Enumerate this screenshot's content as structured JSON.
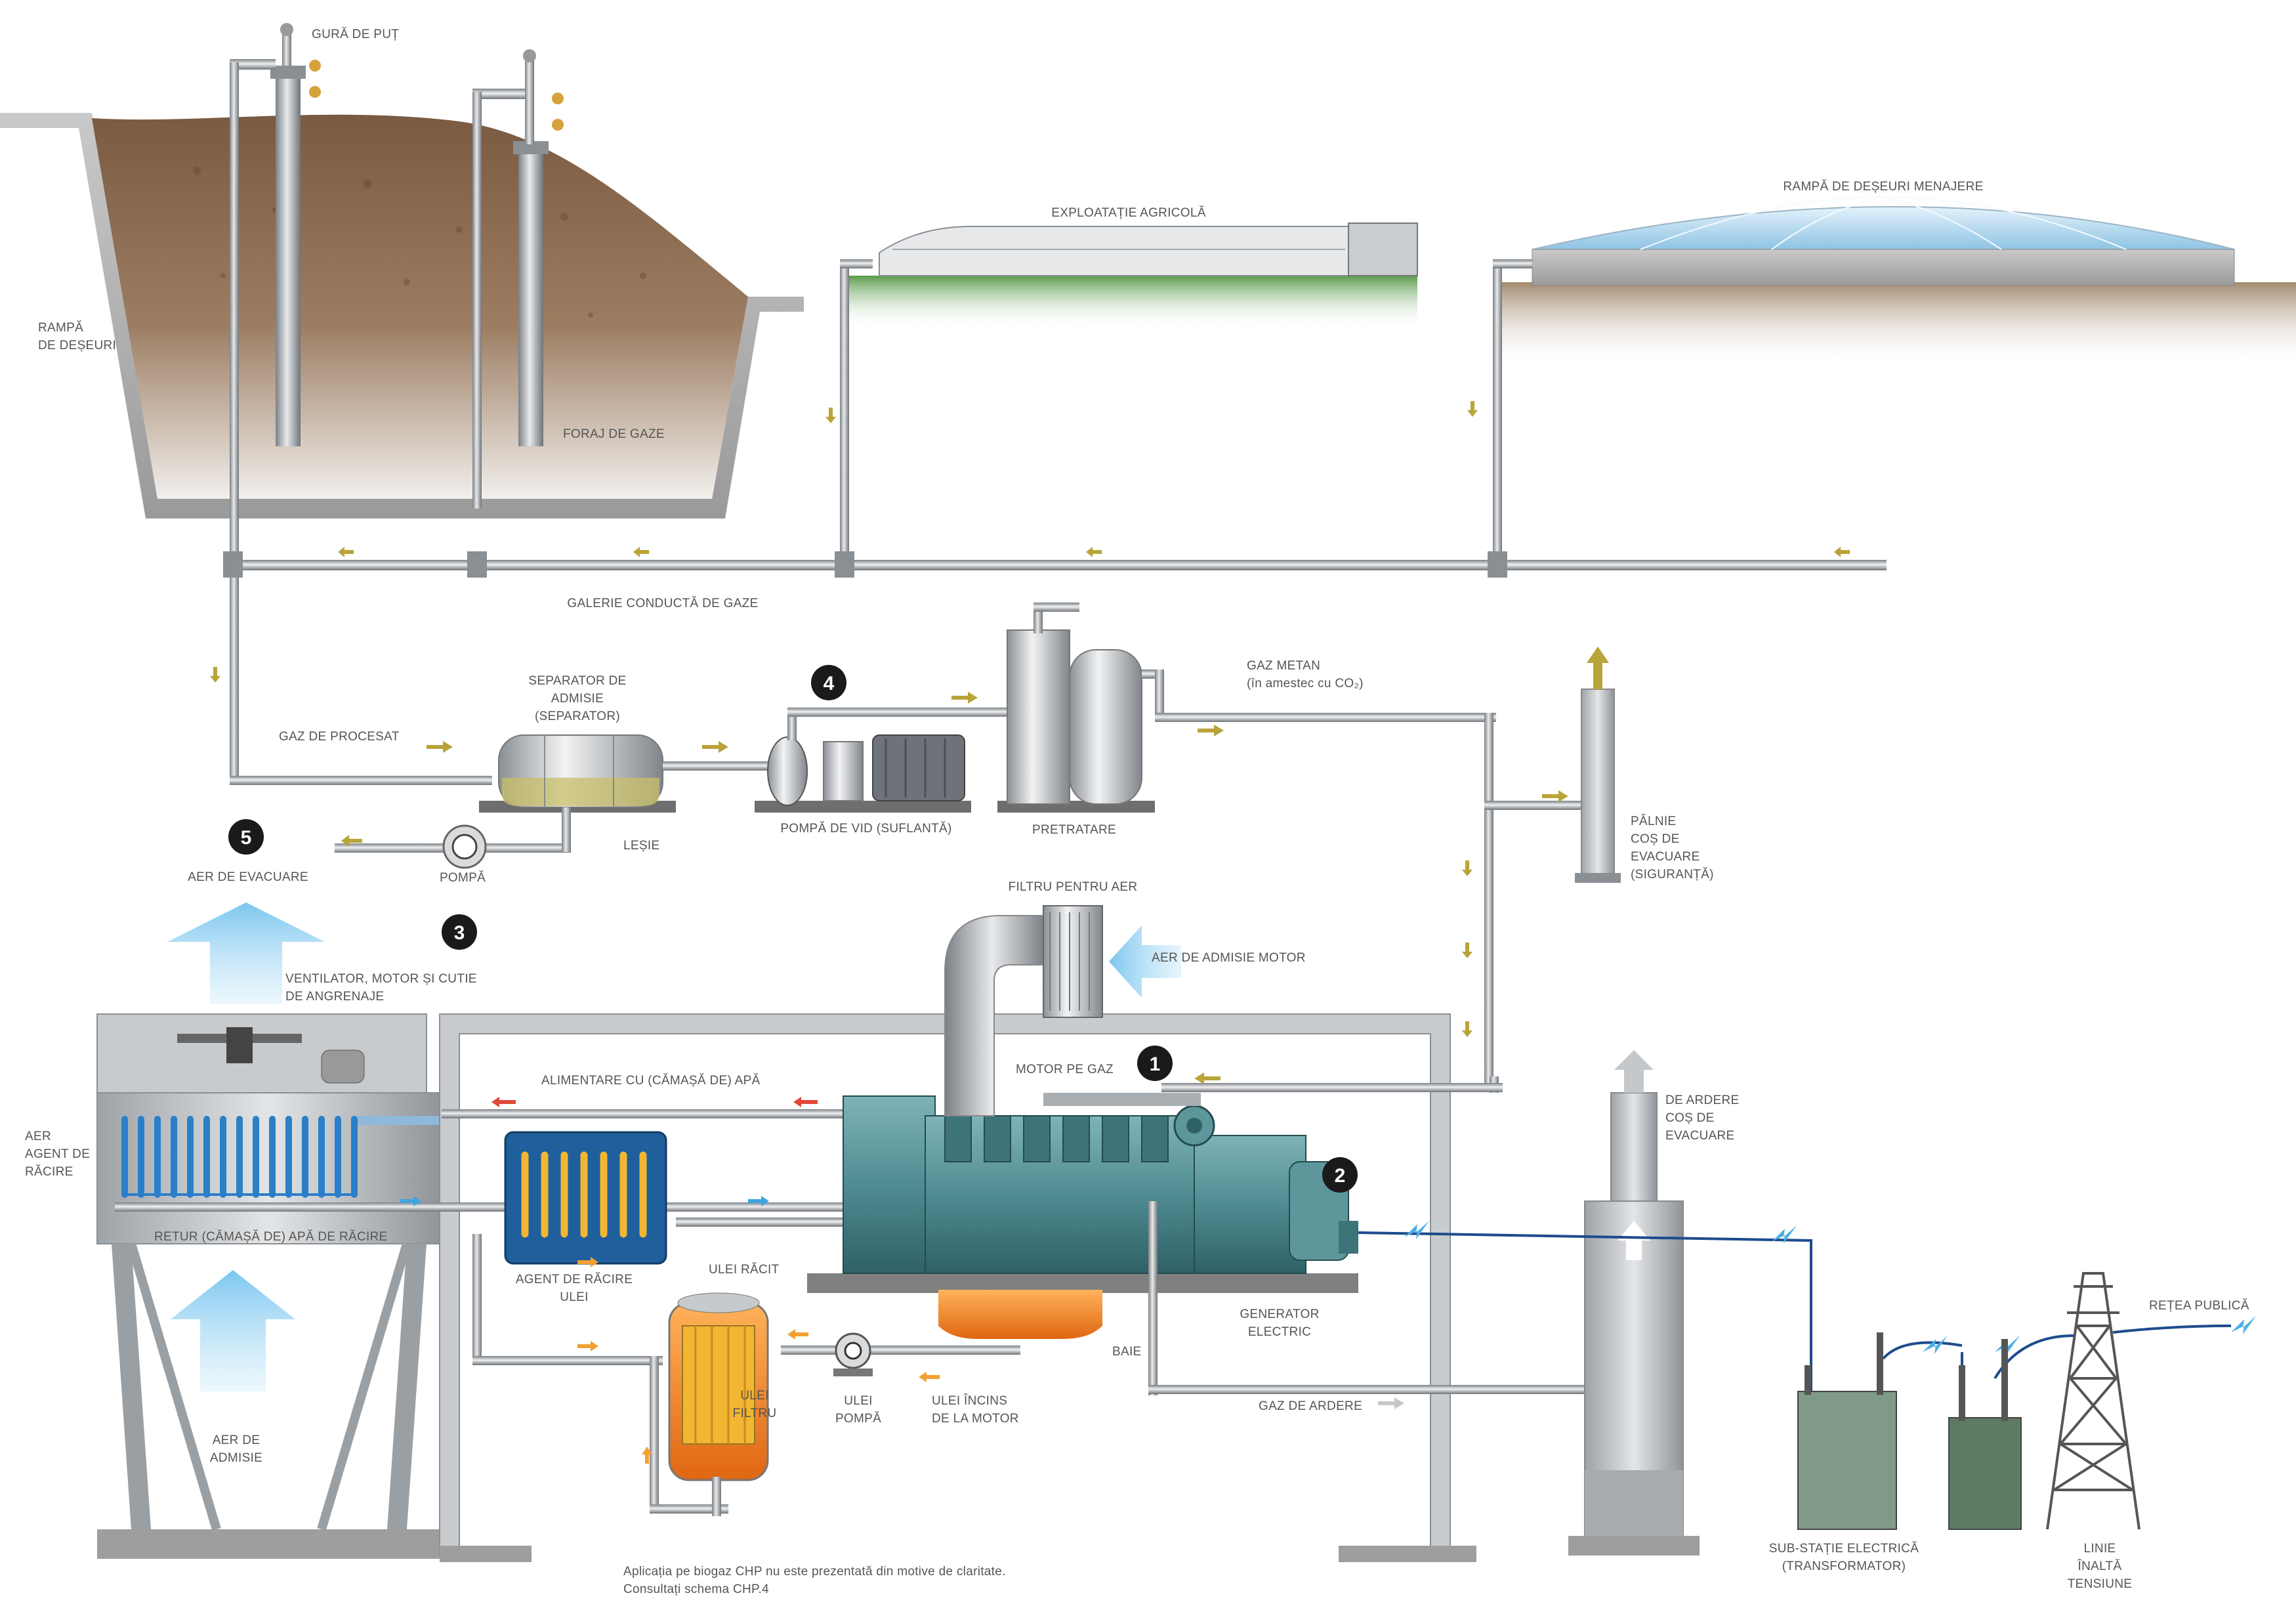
{
  "colors": {
    "pipe": "#a9aeb2",
    "pipe_dark": "#7b8085",
    "soil": "#8b6a4f",
    "concrete": "#b7b7b7",
    "engine": "#4f8c92",
    "coolant_blue": "#2a7fc8",
    "oil_yellow": "#f2b632",
    "oil_orange": "#f07a1a",
    "air_arrow": "#8fd0f2",
    "flow_arrow_gas": "#b9a43a",
    "flow_arrow_red": "#e2483a",
    "grid_line": "#1d4c8c",
    "number_badge": "#1a1a1a"
  },
  "labels": {
    "wellhead": "GURĂ DE PUȚ",
    "landfill": [
      "RAMPĂ",
      "DE DEȘEURI"
    ],
    "gas_well": "FORAJ DE GAZE",
    "farm": "EXPLOATAȚIE AGRICOLĂ",
    "household_landfill": "RAMPĂ DE DEȘEURI MENAJERE",
    "gas_gallery": "GALERIE CONDUCTĂ DE GAZE",
    "process_gas": "GAZ DE PROCESAT",
    "separator": [
      "SEPARATOR DE",
      "ADMISIE",
      "(SEPARATOR)"
    ],
    "lye": "LEȘIE",
    "pump": "POMPĂ",
    "vacuum_pump": "POMPĂ DE VID (SUFLANTĂ)",
    "pretreatment": "PRETRATARE",
    "methane_gas": [
      "GAZ METAN",
      "(în amestec cu CO₂)"
    ],
    "flare_stack": [
      "PÂLNIE",
      "COȘ DE",
      "EVACUARE",
      "(SIGURANȚĂ)"
    ],
    "exhaust_air": "AER DE EVACUARE",
    "fan_motor": [
      "VENTILATOR, MOTOR ȘI CUTIE",
      "DE ANGRENAJE"
    ],
    "air_filter": "FILTRU PENTRU AER",
    "engine_intake_air": "AER DE ADMISIE MOTOR",
    "gas_engine": "MOTOR PE GAZ",
    "jacket_water_supply": "ALIMENTARE CU (CĂMAȘĂ DE) APĂ",
    "air_coolant": [
      "AER",
      "AGENT DE",
      "RĂCIRE"
    ],
    "jacket_water_return": "RETUR (CĂMAȘĂ DE) APĂ DE RĂCIRE",
    "oil_coolant": [
      "AGENT DE RĂCIRE",
      "ULEI"
    ],
    "cooled_oil": "ULEI RĂCIT",
    "oil_sump": "BAIE",
    "generator": [
      "GENERATOR",
      "ELECTRIC"
    ],
    "exhaust_stack": [
      "DE ARDERE",
      "COȘ DE",
      "EVACUARE"
    ],
    "oil_filter": [
      "ULEI",
      "FILTRU"
    ],
    "oil_pump": [
      "ULEI",
      "POMPĂ"
    ],
    "hot_oil": [
      "ULEI ÎNCINS",
      "DE LA MOTOR"
    ],
    "flue_gas": "GAZ DE ARDERE",
    "intake_air": [
      "AER DE",
      "ADMISIE"
    ],
    "substation": [
      "SUB-STAȚIE ELECTRICĂ",
      "(TRANSFORMATOR)"
    ],
    "hv_line": [
      "LINIE",
      "ÎNALTĂ",
      "TENSIUNE"
    ],
    "public_grid": "REȚEA PUBLICĂ",
    "footnote": [
      "Aplicația pe biogaz CHP nu este prezentată din motive de claritate.",
      "Consultați schema CHP.4"
    ]
  },
  "badges": [
    "1",
    "2",
    "3",
    "4",
    "5"
  ],
  "icons": [
    "down-arrow-icon",
    "left-arrow-icon",
    "right-arrow-icon",
    "up-arrow-icon",
    "lightning-icon"
  ]
}
